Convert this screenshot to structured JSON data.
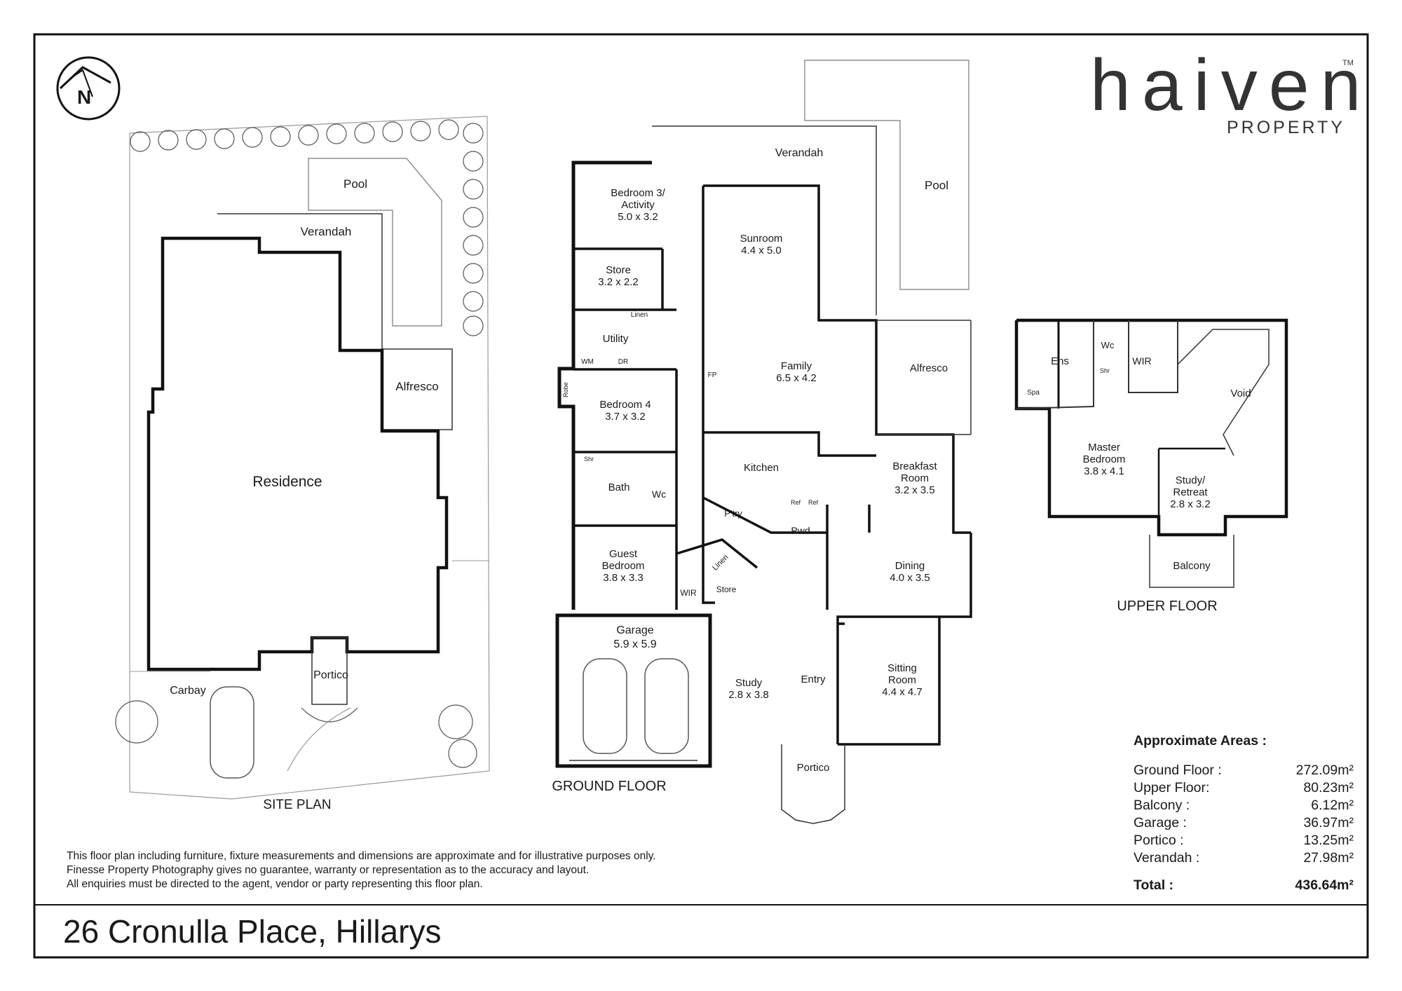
{
  "brand": {
    "name": "haiven",
    "sub": "PROPERTY",
    "tm": "TM"
  },
  "compass": {
    "letter": "N"
  },
  "site_plan": {
    "title": "SITE PLAN",
    "labels": {
      "pool": "Pool",
      "verandah": "Verandah",
      "alfresco": "Alfresco",
      "residence": "Residence",
      "portico": "Portico",
      "carbay": "Carbay"
    }
  },
  "ground_floor": {
    "title": "GROUND FLOOR",
    "rooms": {
      "bedroom3_name": "Bedroom 3/",
      "bedroom3_name2": "Activity",
      "bedroom3_dim": "5.0 x 3.2",
      "verandah": "Verandah",
      "pool": "Pool",
      "sunroom": "Sunroom",
      "sunroom_dim": "4.4 x 5.0",
      "store": "Store",
      "store_dim": "3.2 x 2.2",
      "linen": "Linen",
      "utility": "Utility",
      "wm": "WM",
      "dr": "DR",
      "fp": "FP",
      "family": "Family",
      "family_dim": "6.5 x 4.2",
      "alfresco": "Alfresco",
      "robe": "Robe",
      "bedroom4": "Bedroom 4",
      "bedroom4_dim": "3.7 x 3.2",
      "shr": "Shr",
      "bath": "Bath",
      "wc": "Wc",
      "kitchen": "Kitchen",
      "breakfast": "Breakfast",
      "breakfast2": "Room",
      "breakfast_dim": "3.2 x 3.5",
      "pantry": "P'try",
      "ref1": "Ref",
      "ref2": "Ref",
      "pwd": "Pwd",
      "guest": "Guest",
      "guest2": "Bedroom",
      "guest_dim": "3.8 x 3.3",
      "linen2": "Linen",
      "wir": "WIR",
      "store2": "Store",
      "dining": "Dining",
      "dining_dim": "4.0 x 3.5",
      "garage": "Garage",
      "garage_dim": "5.9 x 5.9",
      "study": "Study",
      "study_dim": "2.8 x 3.8",
      "entry": "Entry",
      "sitting": "Sitting",
      "sitting2": "Room",
      "sitting_dim": "4.4 x 4.7",
      "portico": "Portico"
    }
  },
  "upper_floor": {
    "title": "UPPER FLOOR",
    "rooms": {
      "ens": "Ens",
      "wc": "Wc",
      "wir": "WIR",
      "shr": "Shr",
      "spa": "Spa",
      "void": "Void",
      "master": "Master",
      "master2": "Bedroom",
      "master_dim": "3.8 x 4.1",
      "study": "Study/",
      "study2": "Retreat",
      "study_dim": "2.8 x 3.2",
      "balcony": "Balcony"
    }
  },
  "areas": {
    "title": "Approximate Areas :",
    "rows": [
      {
        "label": "Ground Floor :",
        "value": "272.09m²"
      },
      {
        "label": "Upper Floor:",
        "value": "80.23m²"
      },
      {
        "label": "Balcony :",
        "value": "6.12m²"
      },
      {
        "label": "Garage :",
        "value": "36.97m²"
      },
      {
        "label": "Portico :",
        "value": "13.25m²"
      },
      {
        "label": "Verandah :",
        "value": "27.98m²"
      }
    ],
    "total_label": "Total :",
    "total_value": "436.64m²"
  },
  "disclaimer": [
    "This floor plan including furniture, fixture measurements and dimensions are approximate and for illustrative purposes only.",
    "Finesse Property Photography gives no  guarantee, warranty or representation as to the accuracy and layout.",
    "All enquiries must be directed to the agent, vendor or party representing this floor plan."
  ],
  "address": "26 Cronulla Place, Hillarys"
}
